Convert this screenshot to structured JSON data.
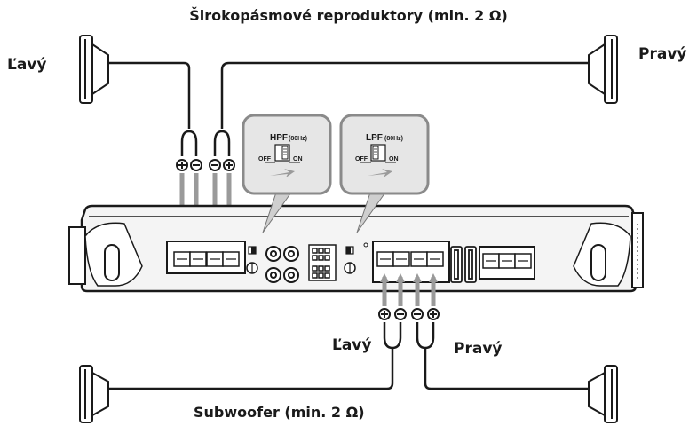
{
  "labels": {
    "title_top": "Širokopásmové reproduktory (min. 2 Ω)",
    "title_bottom": "Subwoofer (min. 2 Ω)",
    "left_top": "Ľavý",
    "right_top": "Pravý",
    "left_bottom": "Ľavý",
    "right_bottom": "Pravý"
  },
  "switches": {
    "hpf": {
      "name": "HPF",
      "freq": "(80Hz)",
      "off": "OFF",
      "on": "ON"
    },
    "lpf": {
      "name": "LPF",
      "freq": "(80Hz)",
      "off": "OFF",
      "on": "ON"
    }
  },
  "polarity": {
    "top": [
      "+",
      "−",
      "−",
      "+"
    ],
    "bottom": [
      "+",
      "−",
      "−",
      "+"
    ]
  },
  "colors": {
    "line": "#1a1a1a",
    "arrow": "#9a9a9a",
    "callout_fill": "#e6e6e6",
    "amp_body": "#ffffff"
  }
}
